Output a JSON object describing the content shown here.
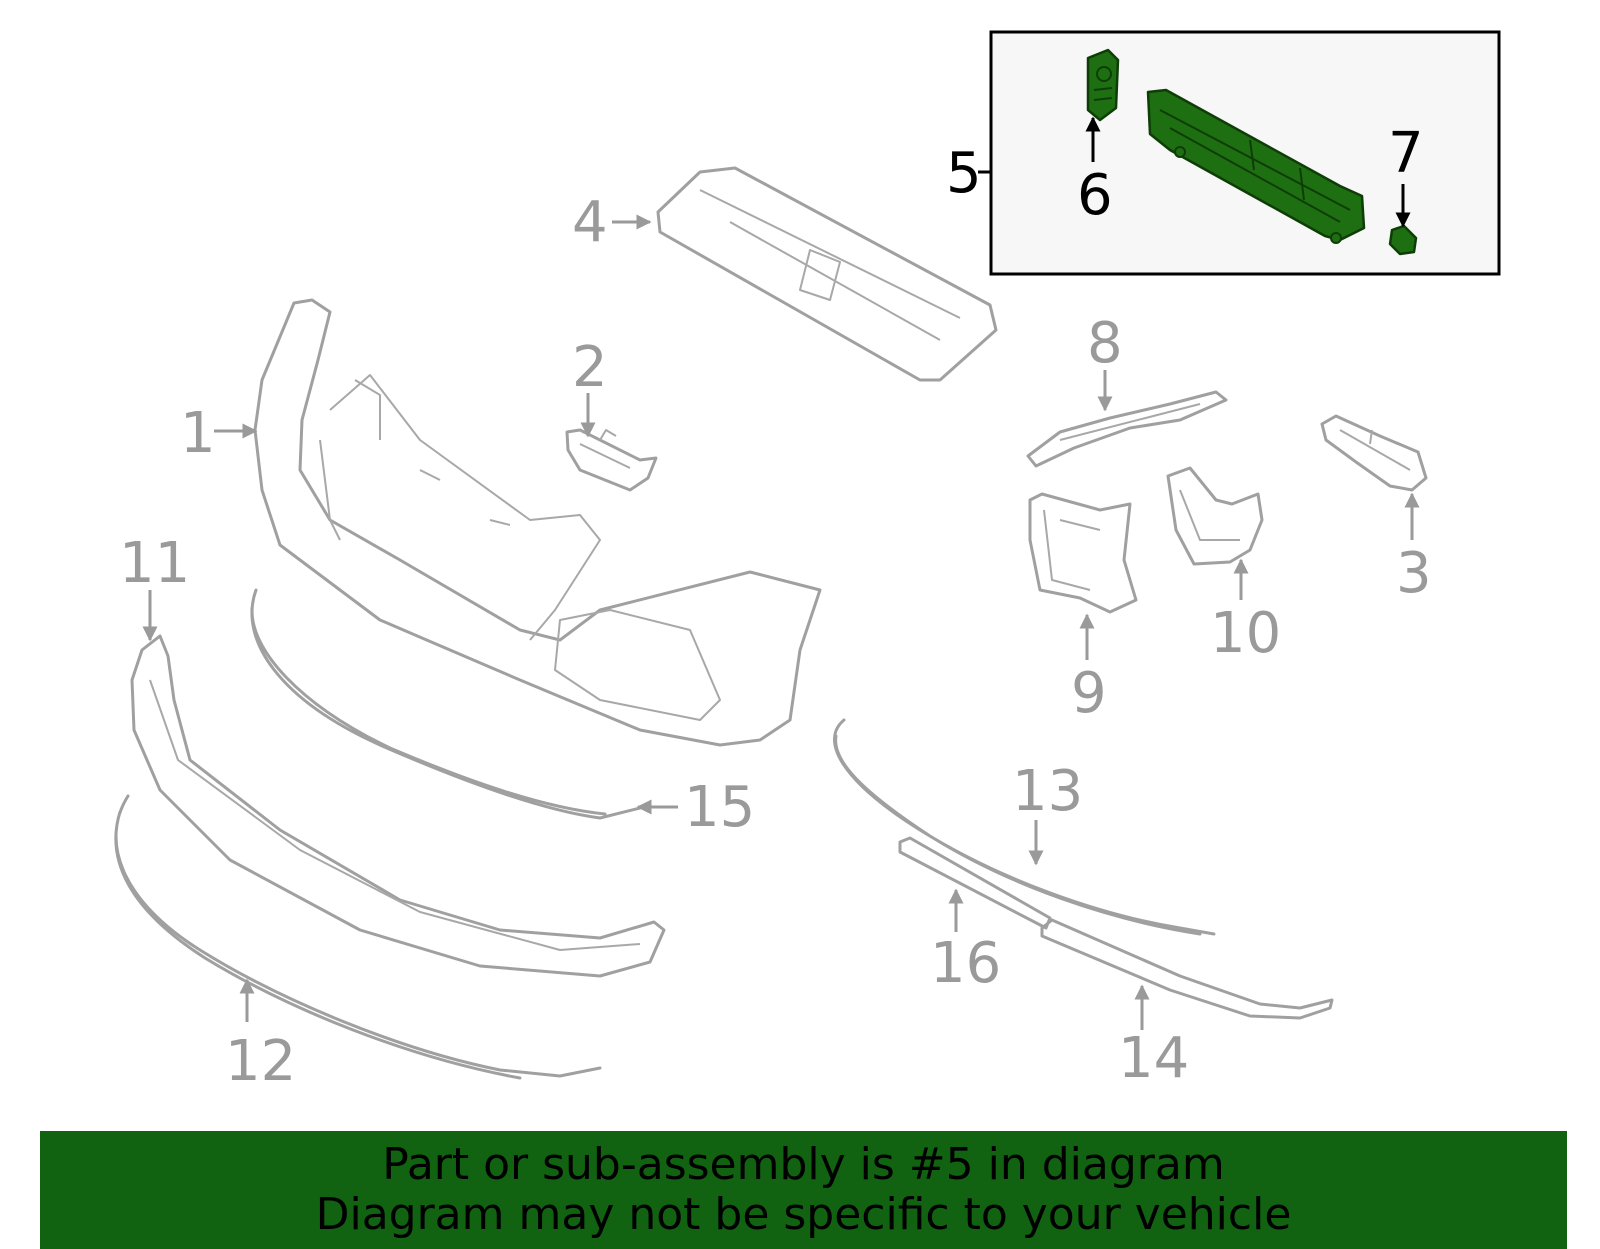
{
  "diagram": {
    "callouts": [
      {
        "id": "1",
        "label": "1"
      },
      {
        "id": "2",
        "label": "2"
      },
      {
        "id": "3",
        "label": "3"
      },
      {
        "id": "4",
        "label": "4"
      },
      {
        "id": "5",
        "label": "5"
      },
      {
        "id": "6",
        "label": "6"
      },
      {
        "id": "7",
        "label": "7"
      },
      {
        "id": "8",
        "label": "8"
      },
      {
        "id": "9",
        "label": "9"
      },
      {
        "id": "10",
        "label": "10"
      },
      {
        "id": "11",
        "label": "11"
      },
      {
        "id": "12",
        "label": "12"
      },
      {
        "id": "13",
        "label": "13"
      },
      {
        "id": "14",
        "label": "14"
      },
      {
        "id": "15",
        "label": "15"
      },
      {
        "id": "16",
        "label": "16"
      }
    ],
    "highlight_color": "#1e6e12",
    "part_color": "#a0a0a0"
  },
  "banner": {
    "line1": "Part or sub-assembly is #5 in diagram",
    "line2": "Diagram may not be specific to your vehicle",
    "background": "#116211"
  }
}
